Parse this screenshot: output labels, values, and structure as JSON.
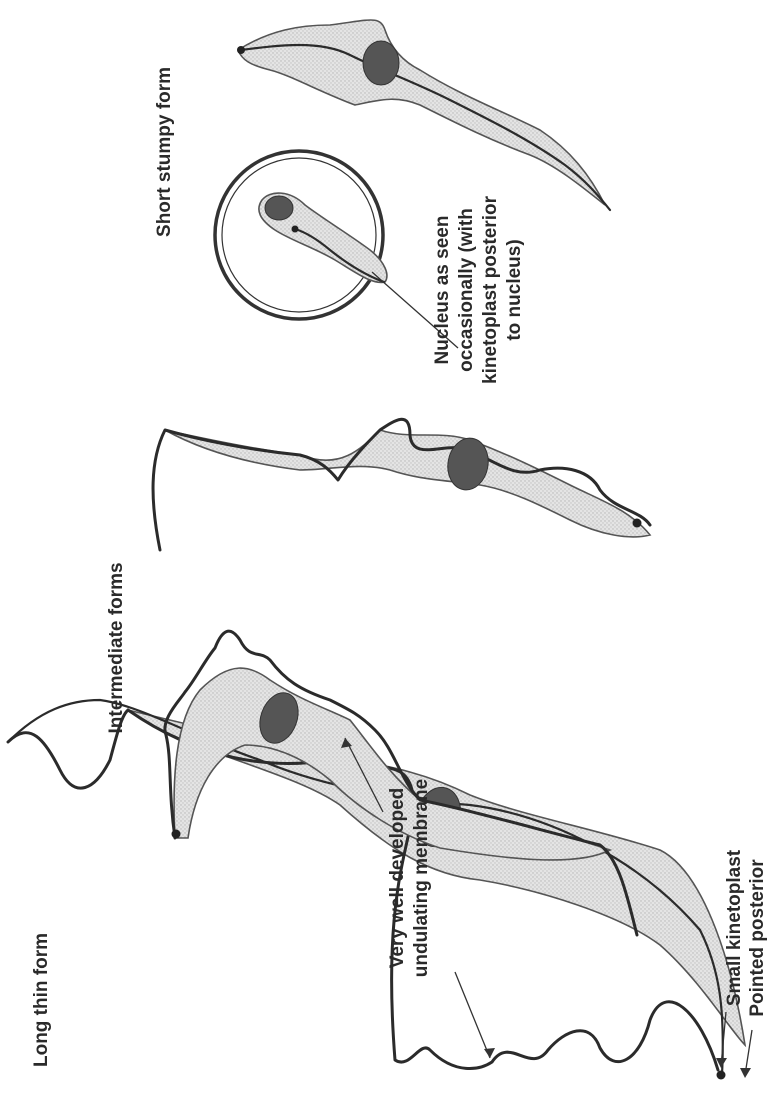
{
  "diagram": {
    "labels": {
      "long_thin_form": "Long thin form",
      "intermediate_forms": "Intermediate forms",
      "short_stumpy_form": "Short stumpy form",
      "membrane_line1": "Very well developed",
      "membrane_line2": "undulating membrane",
      "nucleus_line1": "Nucleus as seen",
      "nucleus_line2": "occasionally (with",
      "nucleus_line3": "kinetoplast posterior",
      "nucleus_line4": "to nucleus)",
      "small_kinetoplast": "Small kinetoplast",
      "pointed_posterior": "Pointed posterior"
    }
  }
}
